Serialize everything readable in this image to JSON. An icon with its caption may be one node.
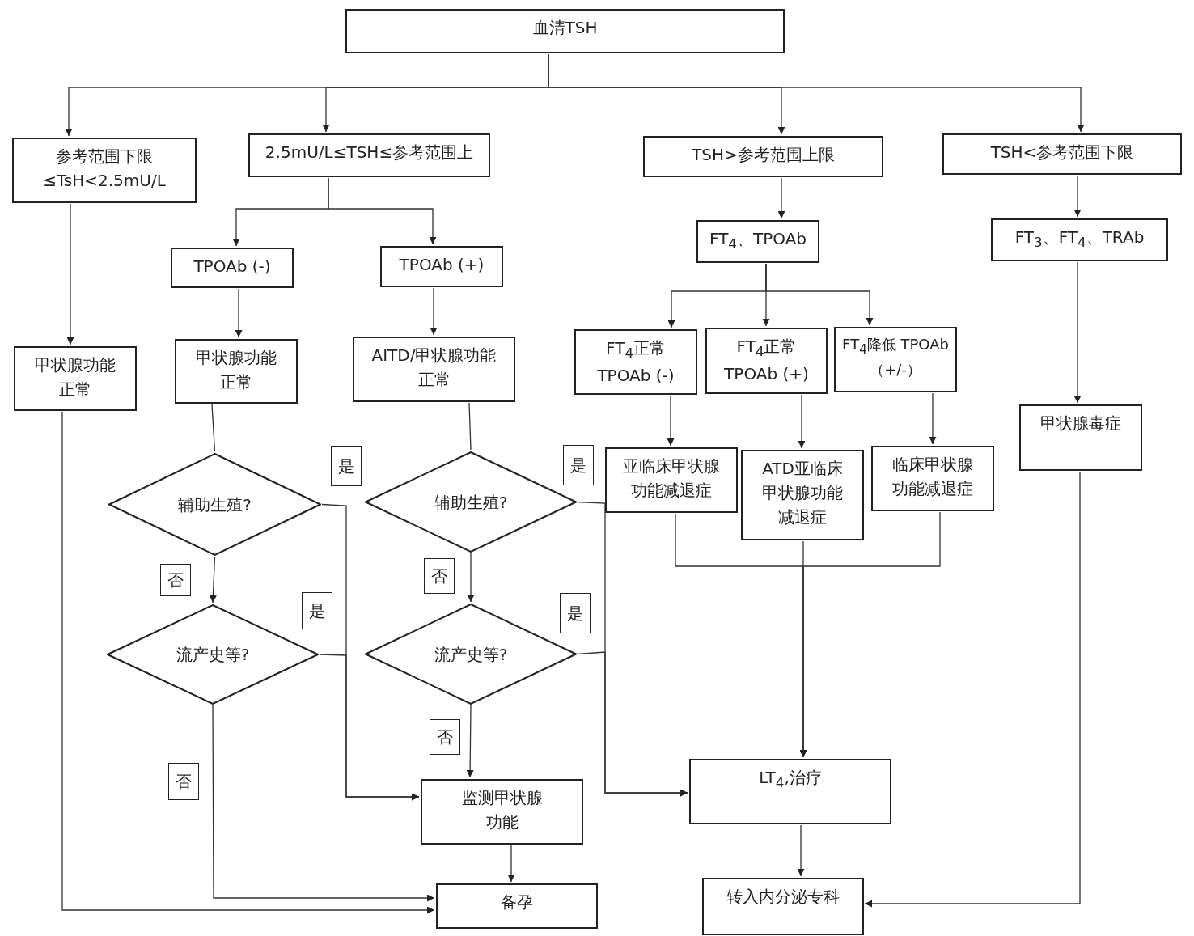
{
  "diagram": {
    "nodes": [
      {
        "text": [
          "血清TSH"
        ]
      },
      {
        "text": [
          "参考范围下限 ≤TsH<2.5mU/L"
        ]
      },
      {
        "text": [
          "2.5mU/L≤TSH≤参考范围上"
        ]
      },
      {
        "text": [
          "TSH>参考范围上限"
        ]
      },
      {
        "text": [
          "TSH<参考范围下限"
        ]
      },
      {
        "text": [
          "TPOAb (-)"
        ]
      },
      {
        "text": [
          "TPOAb (+)"
        ]
      },
      {
        "text": [
          "FT$_{4}$、TPOAb"
        ]
      },
      {
        "text": [
          "FT$_{3}$、FT$_{4}$、TRAb"
        ]
      },
      {
        "text": [
          "甲状腺功能正常"
        ]
      },
      {
        "text": [
          "甲状腺功能正常"
        ]
      },
      {
        "text": [
          "AITD/甲状腺功能正常"
        ]
      },
      {
        "text": [
          "FT$_{4}$正常 TPOAb (-)"
        ]
      },
      {
        "text": [
          "FT$_{4}$正常 TPOAb (+)"
        ]
      },
      {
        "text": [
          "FT$_{4}$降低 TPOAb （+/-）"
        ]
      },
      {
        "text": [
          "甲状腺毒症"
        ]
      },
      {
        "text": [
          "辅助生殖?"
        ]
      },
      {
        "text": [
          "辅助生殖?"
        ]
      },
      {
        "text": [
          "亚临床甲状腺功能减退症"
        ]
      },
      {
        "text": [
          "ATD亚临床甲状腺功能减退症"
        ]
      },
      {
        "text": [
          "临床甲状腺功能减退症"
        ]
      },
      {
        "text": [
          "流产史等?"
        ]
      },
      {
        "text": [
          "流产史等?"
        ]
      },
      {
        "text": [
          "监测甲状腺功能"
        ]
      },
      {
        "text": [
          "LT$_{4}$,治疗"
        ]
      },
      {
        "text": [
          "备孕"
        ]
      },
      {
        "text": [
          "转入内分泌专科"
        ]
      }
    ],
    "edges": [
      {
        "from": 0,
        "to": 1,
        "arrow": "to"
      },
      {
        "from": 0,
        "to": 2,
        "arrow": "to"
      },
      {
        "from": 0,
        "to": 3,
        "arrow": "to"
      },
      {
        "from": 0,
        "to": 4,
        "arrow": "to"
      },
      {
        "from": 1,
        "to": 9,
        "arrow": "to"
      },
      {
        "from": 2,
        "to": 5,
        "arrow": "to"
      },
      {
        "from": 2,
        "to": 6,
        "arrow": "to"
      },
      {
        "from": 3,
        "to": 7,
        "arrow": "to"
      },
      {
        "from": 4,
        "to": 8,
        "arrow": "to"
      },
      {
        "from": 5,
        "to": 10,
        "arrow": "to"
      },
      {
        "from": 6,
        "to": 11,
        "arrow": "to"
      },
      {
        "from": 7,
        "to": 12,
        "arrow": "to"
      },
      {
        "from": 7,
        "to": 13,
        "arrow": "to"
      },
      {
        "from": 7,
        "to": 14,
        "arrow": "to"
      },
      {
        "from": 8,
        "to": 15,
        "arrow": "to"
      },
      {
        "from": 9,
        "to": 25,
        "arrow": "to"
      },
      {
        "from": 10,
        "to": 16,
        "arrow": "none"
      },
      {
        "from": 11,
        "to": 17,
        "arrow": "none"
      },
      {
        "from": 12,
        "to": 18,
        "arrow": "to"
      },
      {
        "from": 13,
        "to": 19,
        "arrow": "to"
      },
      {
        "from": 14,
        "to": 20,
        "arrow": "to"
      },
      {
        "from": 15,
        "to": 26,
        "arrow": "to"
      },
      {
        "from": 16,
        "to": 21,
        "arrow": "to",
        "label": "否"
      },
      {
        "from": 16,
        "to": 23,
        "arrow": "to",
        "label": "是"
      },
      {
        "from": 17,
        "to": 22,
        "arrow": "to",
        "label": "否"
      },
      {
        "from": 17,
        "to": 24,
        "arrow": "to",
        "label": "是"
      },
      {
        "from": 21,
        "to": 23,
        "arrow": "to",
        "label": "是"
      },
      {
        "from": 21,
        "to": 25,
        "arrow": "to",
        "label": "否"
      },
      {
        "from": 22,
        "to": 23,
        "arrow": "to",
        "label": "否"
      },
      {
        "from": 22,
        "to": 24,
        "arrow": "to",
        "label": "是"
      },
      {
        "from": 18,
        "to": 24,
        "arrow": "to"
      },
      {
        "from": 19,
        "to": 24,
        "arrow": "to"
      },
      {
        "from": 20,
        "to": 24,
        "arrow": "to"
      },
      {
        "from": 23,
        "to": 25,
        "arrow": "to"
      },
      {
        "from": 24,
        "to": 26,
        "arrow": "to"
      }
    ]
  }
}
